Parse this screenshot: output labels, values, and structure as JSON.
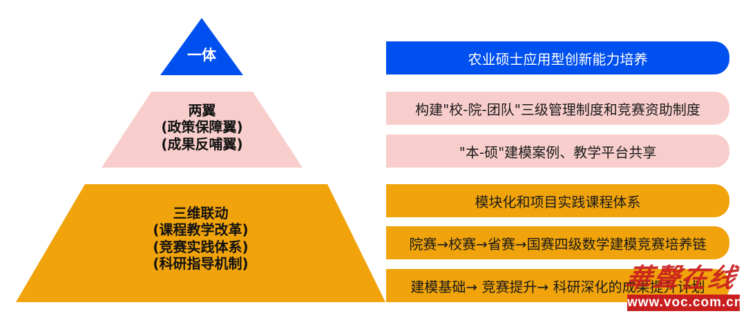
{
  "colors": {
    "blue": "#0050ef",
    "pink": "#f8cecc",
    "orange": "#f0a30a",
    "watermark_red": "#c81e1e"
  },
  "pyramid": {
    "top": {
      "lines": [
        "一体"
      ]
    },
    "middle": {
      "lines": [
        "两翼",
        "(政策保障翼)",
        "(成果反哺翼)"
      ]
    },
    "bottom": {
      "lines": [
        "三维联动",
        "(课程教学改革)",
        "(竞赛实践体系)",
        "(科研指导机制)"
      ]
    }
  },
  "boxes": [
    {
      "tier": "top",
      "text": "农业硕士应用型创新能力培养"
    },
    {
      "tier": "middle",
      "text": "构建\"校-院-团队\"三级管理制度和竞赛资助制度"
    },
    {
      "tier": "middle",
      "text": "\"本-硕\"建模案例、教学平台共享"
    },
    {
      "tier": "bottom",
      "text": "模块化和项目实践课程体系"
    },
    {
      "tier": "bottom",
      "text": "院赛→校赛→省赛→国赛四级数学建模竞赛培养链"
    },
    {
      "tier": "bottom",
      "text": "建模基础→ 竞赛提升→ 科研深化的成果提升计划"
    }
  ],
  "watermark": {
    "script": "華聲在线",
    "url": "www.voc.com.cn"
  }
}
